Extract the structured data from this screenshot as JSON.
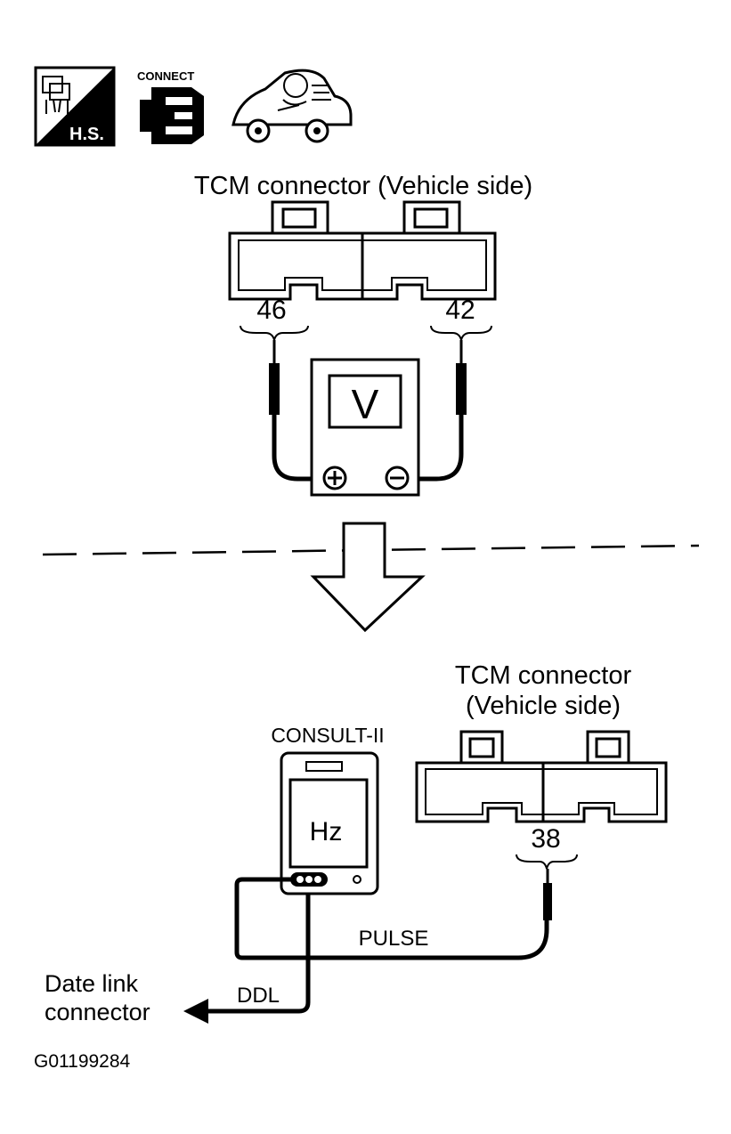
{
  "icons": {
    "harness_service": {
      "name": "harness-service-icon",
      "text": "H.S."
    },
    "connect": {
      "name": "connect-icon",
      "text": "CONNECT"
    },
    "driving": {
      "name": "driving-car-icon"
    }
  },
  "upper": {
    "connector_title": "TCM connector (Vehicle side)",
    "pin_left": "46",
    "pin_right": "42",
    "meter_label": "V",
    "plus_symbol": "+",
    "minus_symbol": "−"
  },
  "lower": {
    "connector_title_line1": "TCM connector",
    "connector_title_line2": "(Vehicle side)",
    "pin": "38",
    "consult_label": "CONSULT-II",
    "consult_screen": "Hz",
    "pulse_label": "PULSE",
    "ddl_label": "DDL",
    "dlc_line1": "Date link",
    "dlc_line2": "connector"
  },
  "figure_code": "G01199284"
}
